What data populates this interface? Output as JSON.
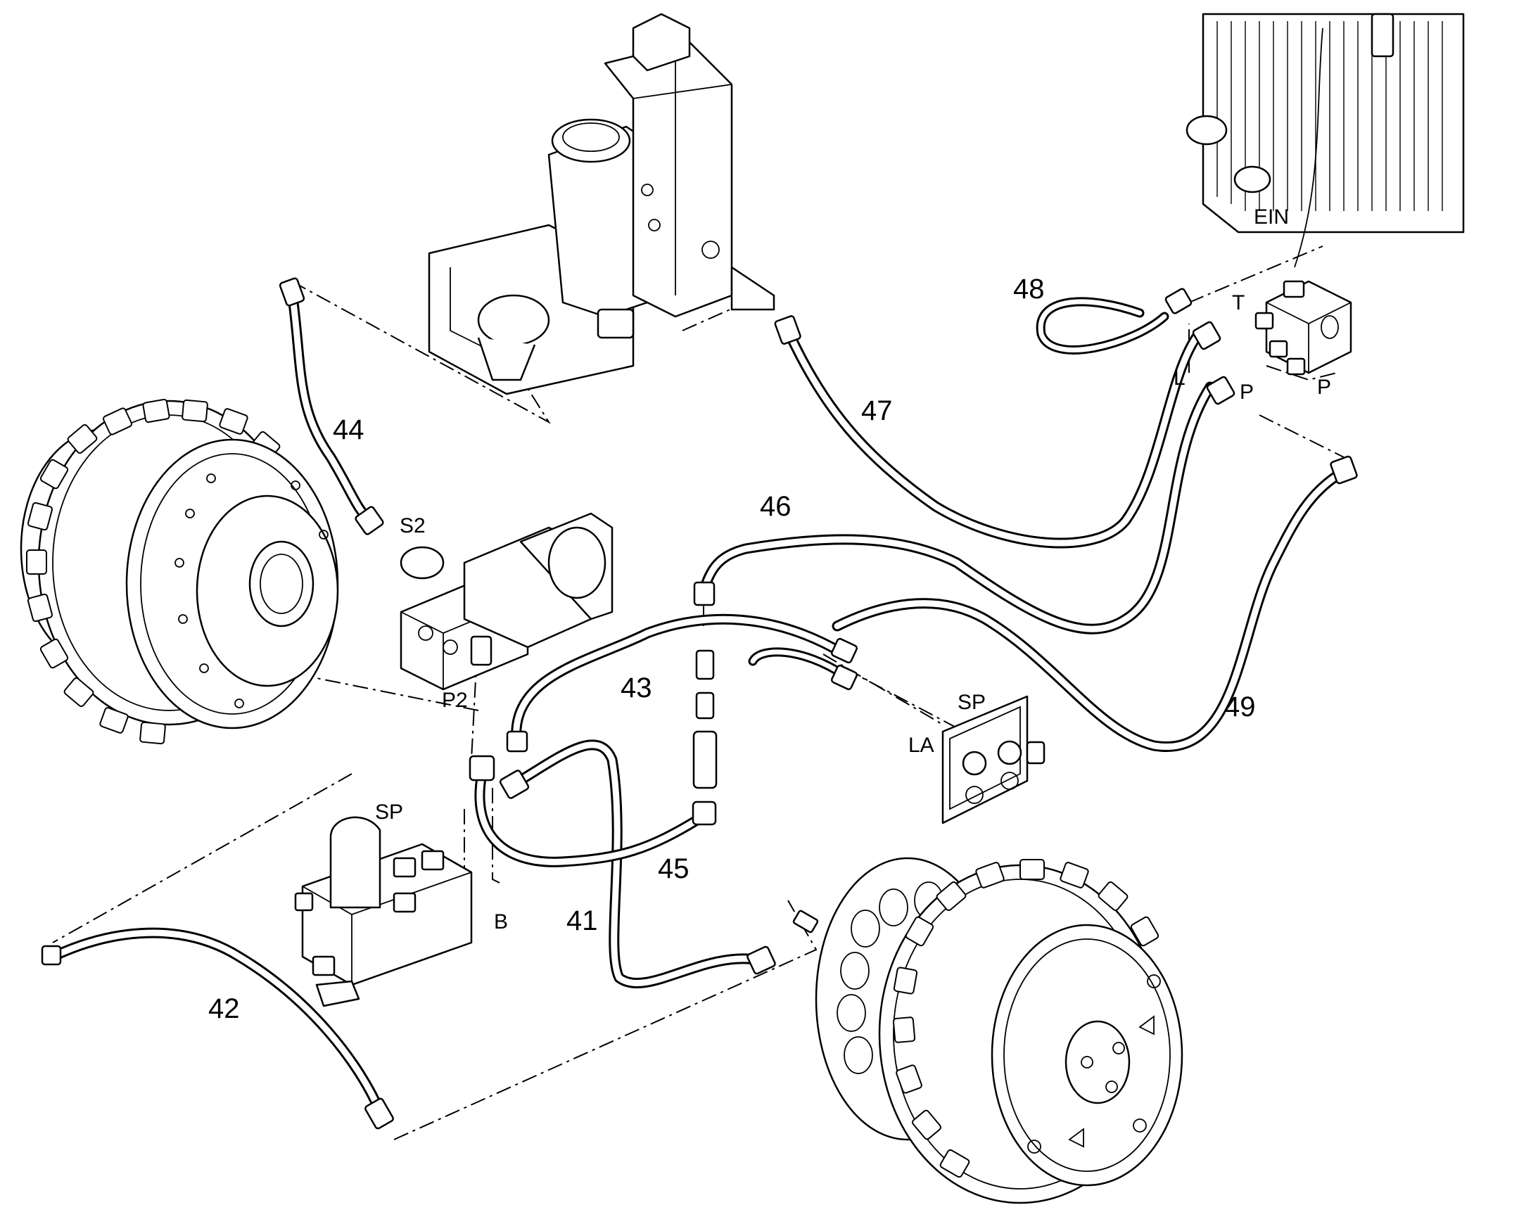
{
  "callouts": {
    "n41": "41",
    "n42": "42",
    "n43": "43",
    "n44": "44",
    "n45": "45",
    "n46": "46",
    "n47": "47",
    "n48": "48",
    "n49": "49"
  },
  "ports": {
    "s2": "S2",
    "p2": "P2",
    "sp_left": "SP",
    "b": "B",
    "sp_right": "SP",
    "la": "LA",
    "ein": "EIN",
    "t": "T",
    "l": "L",
    "p_left": "P",
    "p_right": "P"
  }
}
